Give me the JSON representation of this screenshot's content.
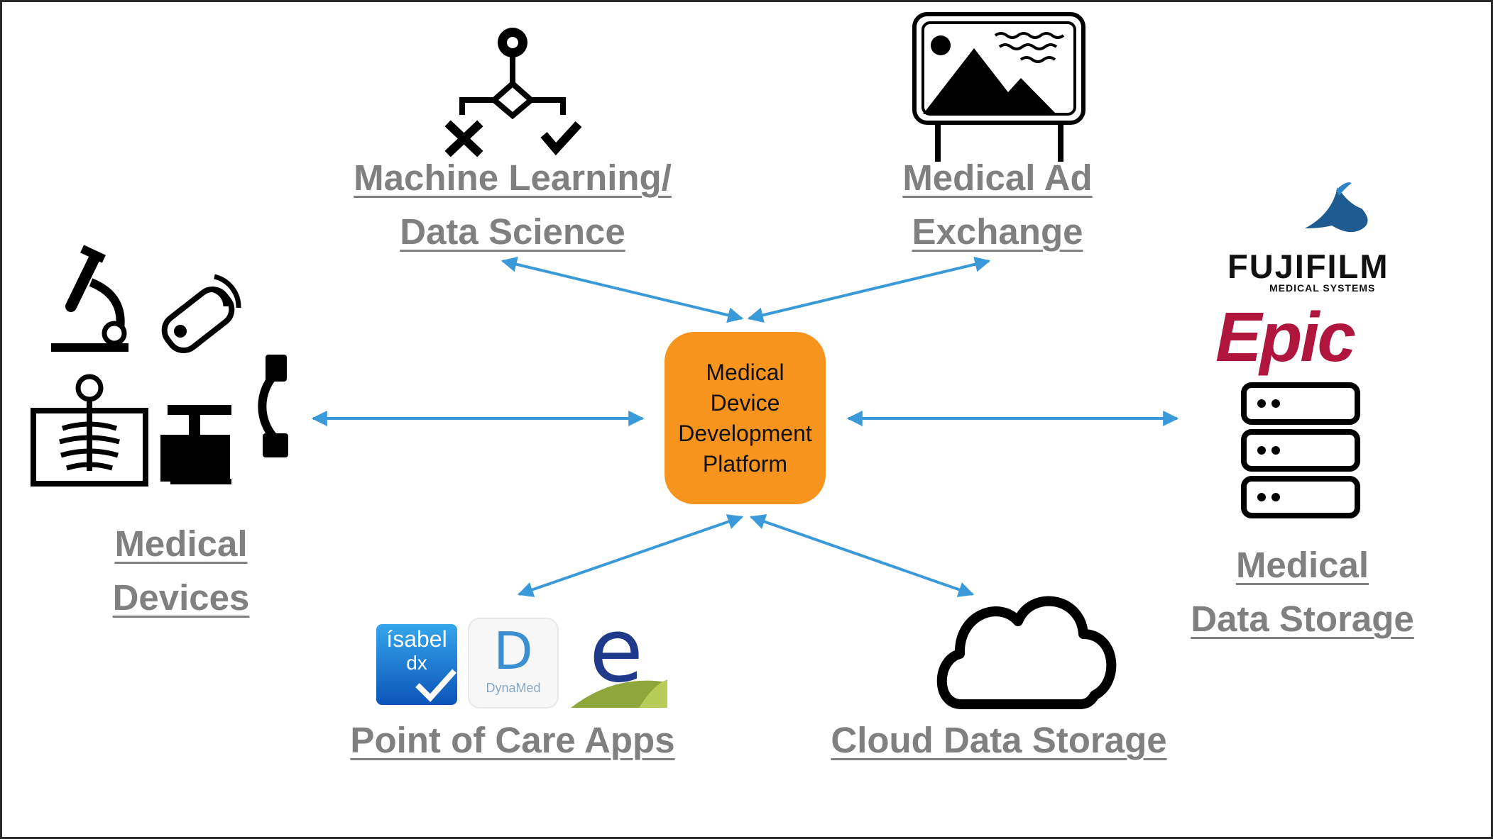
{
  "hub": {
    "lines": [
      "Medical",
      "Device",
      "Development",
      "Platform"
    ],
    "color": "#f7941d"
  },
  "labels": {
    "ml": [
      "Machine Learning/",
      "Data Science"
    ],
    "ad": [
      "Medical Ad",
      "Exchange"
    ],
    "devices": [
      "Medical",
      "Devices"
    ],
    "storage": [
      "Medical",
      "Data Storage"
    ],
    "poc": [
      "Point of Care Apps"
    ],
    "cloud": [
      "Cloud Data Storage"
    ]
  },
  "logos": {
    "fujifilm": "FUJIFILM",
    "fujifilm_sub": "MEDICAL SYSTEMS",
    "epic": "Epic",
    "isabel": [
      "ísabel",
      "dx"
    ],
    "dynamed": [
      "D",
      "DynaMed"
    ],
    "e_app": "e"
  },
  "icons": [
    "decision-tree-icon",
    "billboard-icon",
    "microscope-icon",
    "flashlight-icon",
    "xray-icon",
    "c-arm-icon",
    "butterfly-icon",
    "server-rack-icon",
    "cloud-icon"
  ],
  "colors": {
    "arrow": "#3a9ad9",
    "label": "#808080",
    "epic": "#b0153e"
  }
}
